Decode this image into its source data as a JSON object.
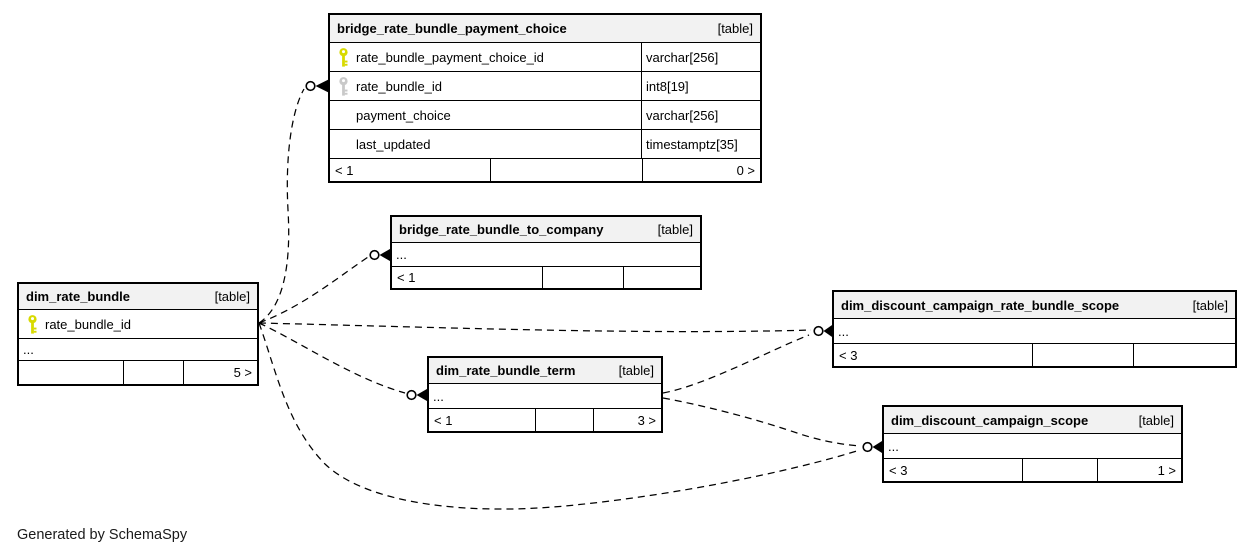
{
  "diagram": {
    "footer_note": "Generated by SchemaSpy",
    "colors": {
      "primary_key": "#d8da00",
      "foreign_key": "#c9c9c9",
      "header_bg": "#f2f2f2",
      "line": "#000000"
    },
    "tables": {
      "bridge_rate_bundle_payment_choice": {
        "title": "bridge_rate_bundle_payment_choice",
        "tag": "[table]",
        "rows": [
          {
            "name": "rate_bundle_payment_choice_id",
            "type": "varchar[256]",
            "key": "primary"
          },
          {
            "name": "rate_bundle_id",
            "type": "int8[19]",
            "key": "foreign"
          },
          {
            "name": "payment_choice",
            "type": "varchar[256]",
            "key": "none"
          },
          {
            "name": "last_updated",
            "type": "timestamptz[35]",
            "key": "none"
          }
        ],
        "footer_left": "< 1",
        "footer_right": "0 >"
      },
      "bridge_rate_bundle_to_company": {
        "title": "bridge_rate_bundle_to_company",
        "tag": "[table]",
        "more_columns": "...",
        "footer_left": "< 1"
      },
      "dim_rate_bundle": {
        "title": "dim_rate_bundle",
        "tag": "[table]",
        "rows": [
          {
            "name": "rate_bundle_id",
            "key": "primary"
          }
        ],
        "more_columns": "...",
        "footer_right": "5 >"
      },
      "dim_rate_bundle_term": {
        "title": "dim_rate_bundle_term",
        "tag": "[table]",
        "more_columns": "...",
        "footer_left": "< 1",
        "footer_right": "3 >"
      },
      "dim_discount_campaign_rate_bundle_scope": {
        "title": "dim_discount_campaign_rate_bundle_scope",
        "tag": "[table]",
        "more_columns": "...",
        "footer_left": "< 3"
      },
      "dim_discount_campaign_scope": {
        "title": "dim_discount_campaign_scope",
        "tag": "[table]",
        "more_columns": "...",
        "footer_left": "< 3",
        "footer_right": "1 >"
      }
    }
  }
}
